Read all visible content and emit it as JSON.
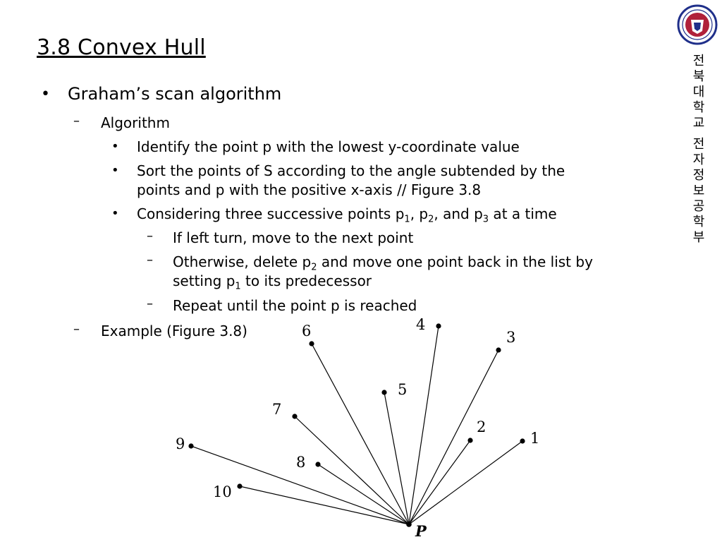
{
  "slide": {
    "title": "3.8 Convex Hull",
    "bullets": {
      "l1_marker": "•",
      "l1": "Graham’s scan algorithm",
      "dash": "–",
      "l2_a": "Algorithm",
      "l3_marker": "•",
      "l3_a": "Identify the point p with the lowest y-coordinate value",
      "l3_b_1": "Sort the points of S according to the angle subtended by the",
      "l3_b_2": "points and p with the positive x-axis  // Figure 3.8",
      "l3_c_pre": "Considering three successive points p",
      "l3_c_s1": "1",
      "l3_c_mid1": ", p",
      "l3_c_s2": "2",
      "l3_c_mid2": ", and p",
      "l3_c_s3": "3",
      "l3_c_post": " at a time",
      "l4_a": "If left turn, move to the next point",
      "l4_b_1_pre": "Otherwise, delete p",
      "l4_b_1_sub": "2",
      "l4_b_1_post": " and move one point back in the list by",
      "l4_b_2_pre": "setting p",
      "l4_b_2_sub": "1",
      "l4_b_2_post": " to its predecessor",
      "l4_c": "Repeat until the point p is reached",
      "l2_b": "Example (Figure 3.8)"
    },
    "sidebar_chars": [
      "전",
      "북",
      "대",
      "학",
      "교",
      " ",
      "전",
      "자",
      "정",
      "보",
      "공",
      "학",
      "부"
    ]
  },
  "figure": {
    "pivot": {
      "label": "P"
    },
    "points": [
      {
        "label": "1"
      },
      {
        "label": "2"
      },
      {
        "label": "3"
      },
      {
        "label": "4"
      },
      {
        "label": "5"
      },
      {
        "label": "6"
      },
      {
        "label": "7"
      },
      {
        "label": "8"
      },
      {
        "label": "9"
      },
      {
        "label": "10"
      }
    ]
  },
  "colors": {
    "text": "#000000",
    "logo_ring": "#1f2f8a",
    "logo_inner": "#b0203a",
    "background": "#ffffff"
  }
}
